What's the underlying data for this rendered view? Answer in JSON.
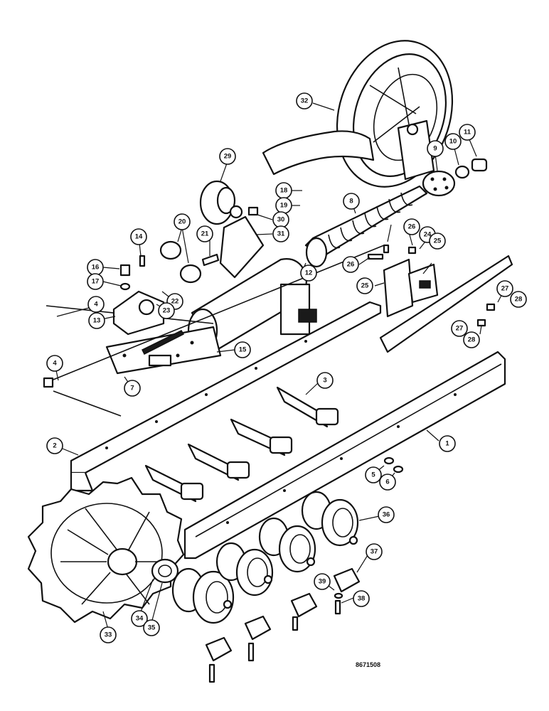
{
  "drawing_number": "8671508",
  "callouts": [
    "1",
    "2",
    "3",
    "4",
    "4",
    "5",
    "6",
    "7",
    "8",
    "9",
    "10",
    "11",
    "12",
    "13",
    "14",
    "15",
    "16",
    "17",
    "18",
    "19",
    "20",
    "21",
    "22",
    "23",
    "24",
    "25",
    "25",
    "26",
    "26",
    "27",
    "27",
    "28",
    "28",
    "29",
    "30",
    "31",
    "32",
    "33",
    "34",
    "35",
    "36",
    "37",
    "38",
    "39"
  ]
}
